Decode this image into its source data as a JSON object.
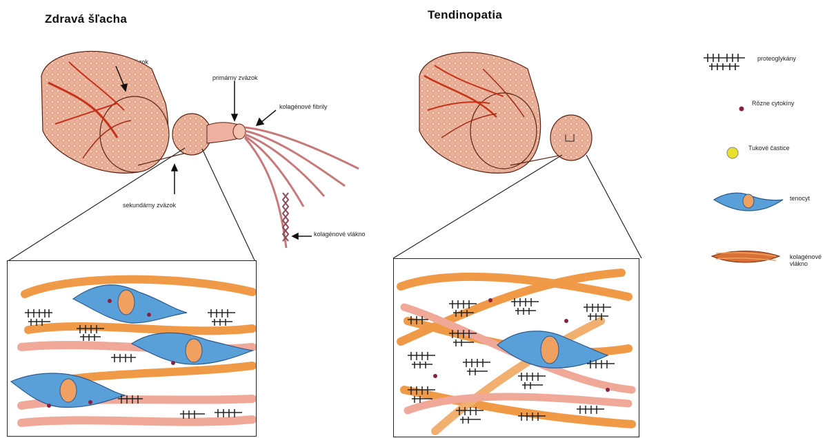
{
  "panels": {
    "healthy": {
      "title": "Zdravá šľacha",
      "labels": {
        "tertiary": "terciárny zväzok",
        "primary": "primárny zväzok",
        "fibril": "kolagénové fibrily",
        "secondary": "sekundárny zväzok",
        "fiber": "kolagénové vlákno"
      }
    },
    "tendinopathy": {
      "title": "Tendinopatia"
    }
  },
  "legend": {
    "items": [
      {
        "icon": "proteoglycan-icon",
        "label": "proteoglykány"
      },
      {
        "icon": "cytokine-dot-icon",
        "label": "Rôzne cytokíny"
      },
      {
        "icon": "fat-droplet-icon",
        "label": "Tukové častice"
      },
      {
        "icon": "tenocyte-icon",
        "label": "tenocyt"
      },
      {
        "icon": "collagen-fiber-icon",
        "label": "kolagénové vlákno"
      }
    ]
  },
  "colors": {
    "muscle": "#e8a48c",
    "muscle_dark": "#8a3a22",
    "vessel": "#d0401f",
    "fiber_orange": "#f09a48",
    "fiber_pink": "#f0a898",
    "tenocyte": "#5aa0d8",
    "nucleus": "#f0a060",
    "droplet": "#e8e02a"
  }
}
